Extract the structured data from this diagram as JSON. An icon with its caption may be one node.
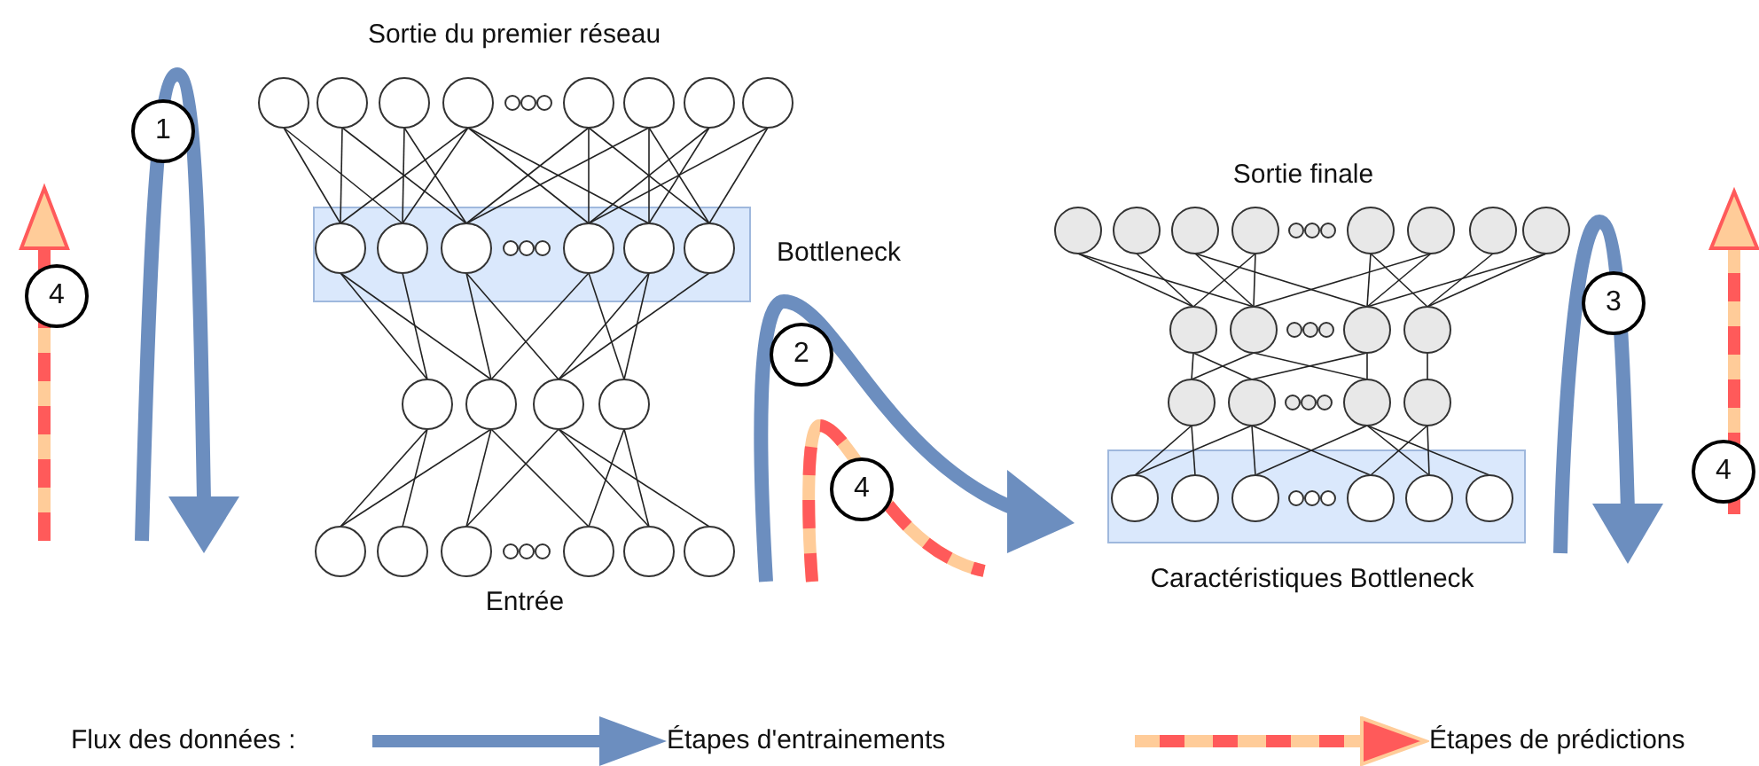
{
  "diagram": {
    "nodes": [
      {
        "text": [
          "1"
        ]
      },
      {
        "text": [
          "4"
        ]
      },
      {
        "text": [
          "2"
        ]
      },
      {
        "text": [
          "4"
        ]
      },
      {
        "text": [
          "3"
        ]
      },
      {
        "text": [
          "4"
        ]
      }
    ],
    "labels": [
      "Sortie du premier réseau",
      "Bottleneck",
      "Entrée",
      "Sortie finale",
      "Caractéristiques Bottleneck",
      "Flux des données :"
    ],
    "legend": [
      {
        "text": "Étapes d'entrainements"
      },
      {
        "text": "Étapes de prédictions"
      }
    ]
  }
}
